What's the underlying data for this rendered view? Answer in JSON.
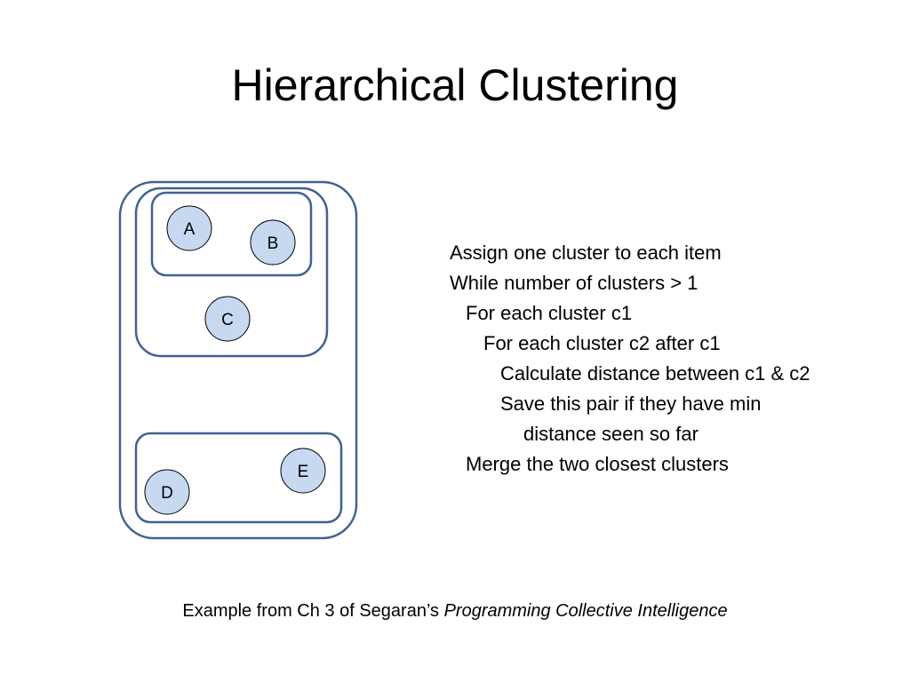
{
  "title": "Hierarchical Clustering",
  "colors": {
    "cluster_outline": "#3f6391",
    "node_fill": "#c6d9f1",
    "node_stroke": "#000000"
  },
  "diagram": {
    "nodes": [
      {
        "label": "A"
      },
      {
        "label": "B"
      },
      {
        "label": "C"
      },
      {
        "label": "D"
      },
      {
        "label": "E"
      }
    ],
    "clusters": [
      {
        "members": [
          "A",
          "B"
        ]
      },
      {
        "members": [
          "A",
          "B",
          "C"
        ]
      },
      {
        "members": [
          "D",
          "E"
        ]
      },
      {
        "members": [
          "A",
          "B",
          "C",
          "D",
          "E"
        ]
      }
    ]
  },
  "algorithm": [
    {
      "text": "Assign one cluster to each item",
      "level": 0
    },
    {
      "text": "While number of clusters > 1",
      "level": 0
    },
    {
      "text": "For each cluster c1",
      "level": 1
    },
    {
      "text": "For each cluster c2 after c1",
      "level": 2
    },
    {
      "text": "Calculate distance between c1 & c2",
      "level": 3
    },
    {
      "text": "Save this pair if they have min",
      "level": 3
    },
    {
      "text": "distance seen so far",
      "level": 4
    },
    {
      "text": "Merge the two closest clusters",
      "level": 1
    }
  ],
  "footer": {
    "prefix": "Example from Ch 3 of Segaran’s ",
    "book": "Programming Collective Intelligence"
  }
}
